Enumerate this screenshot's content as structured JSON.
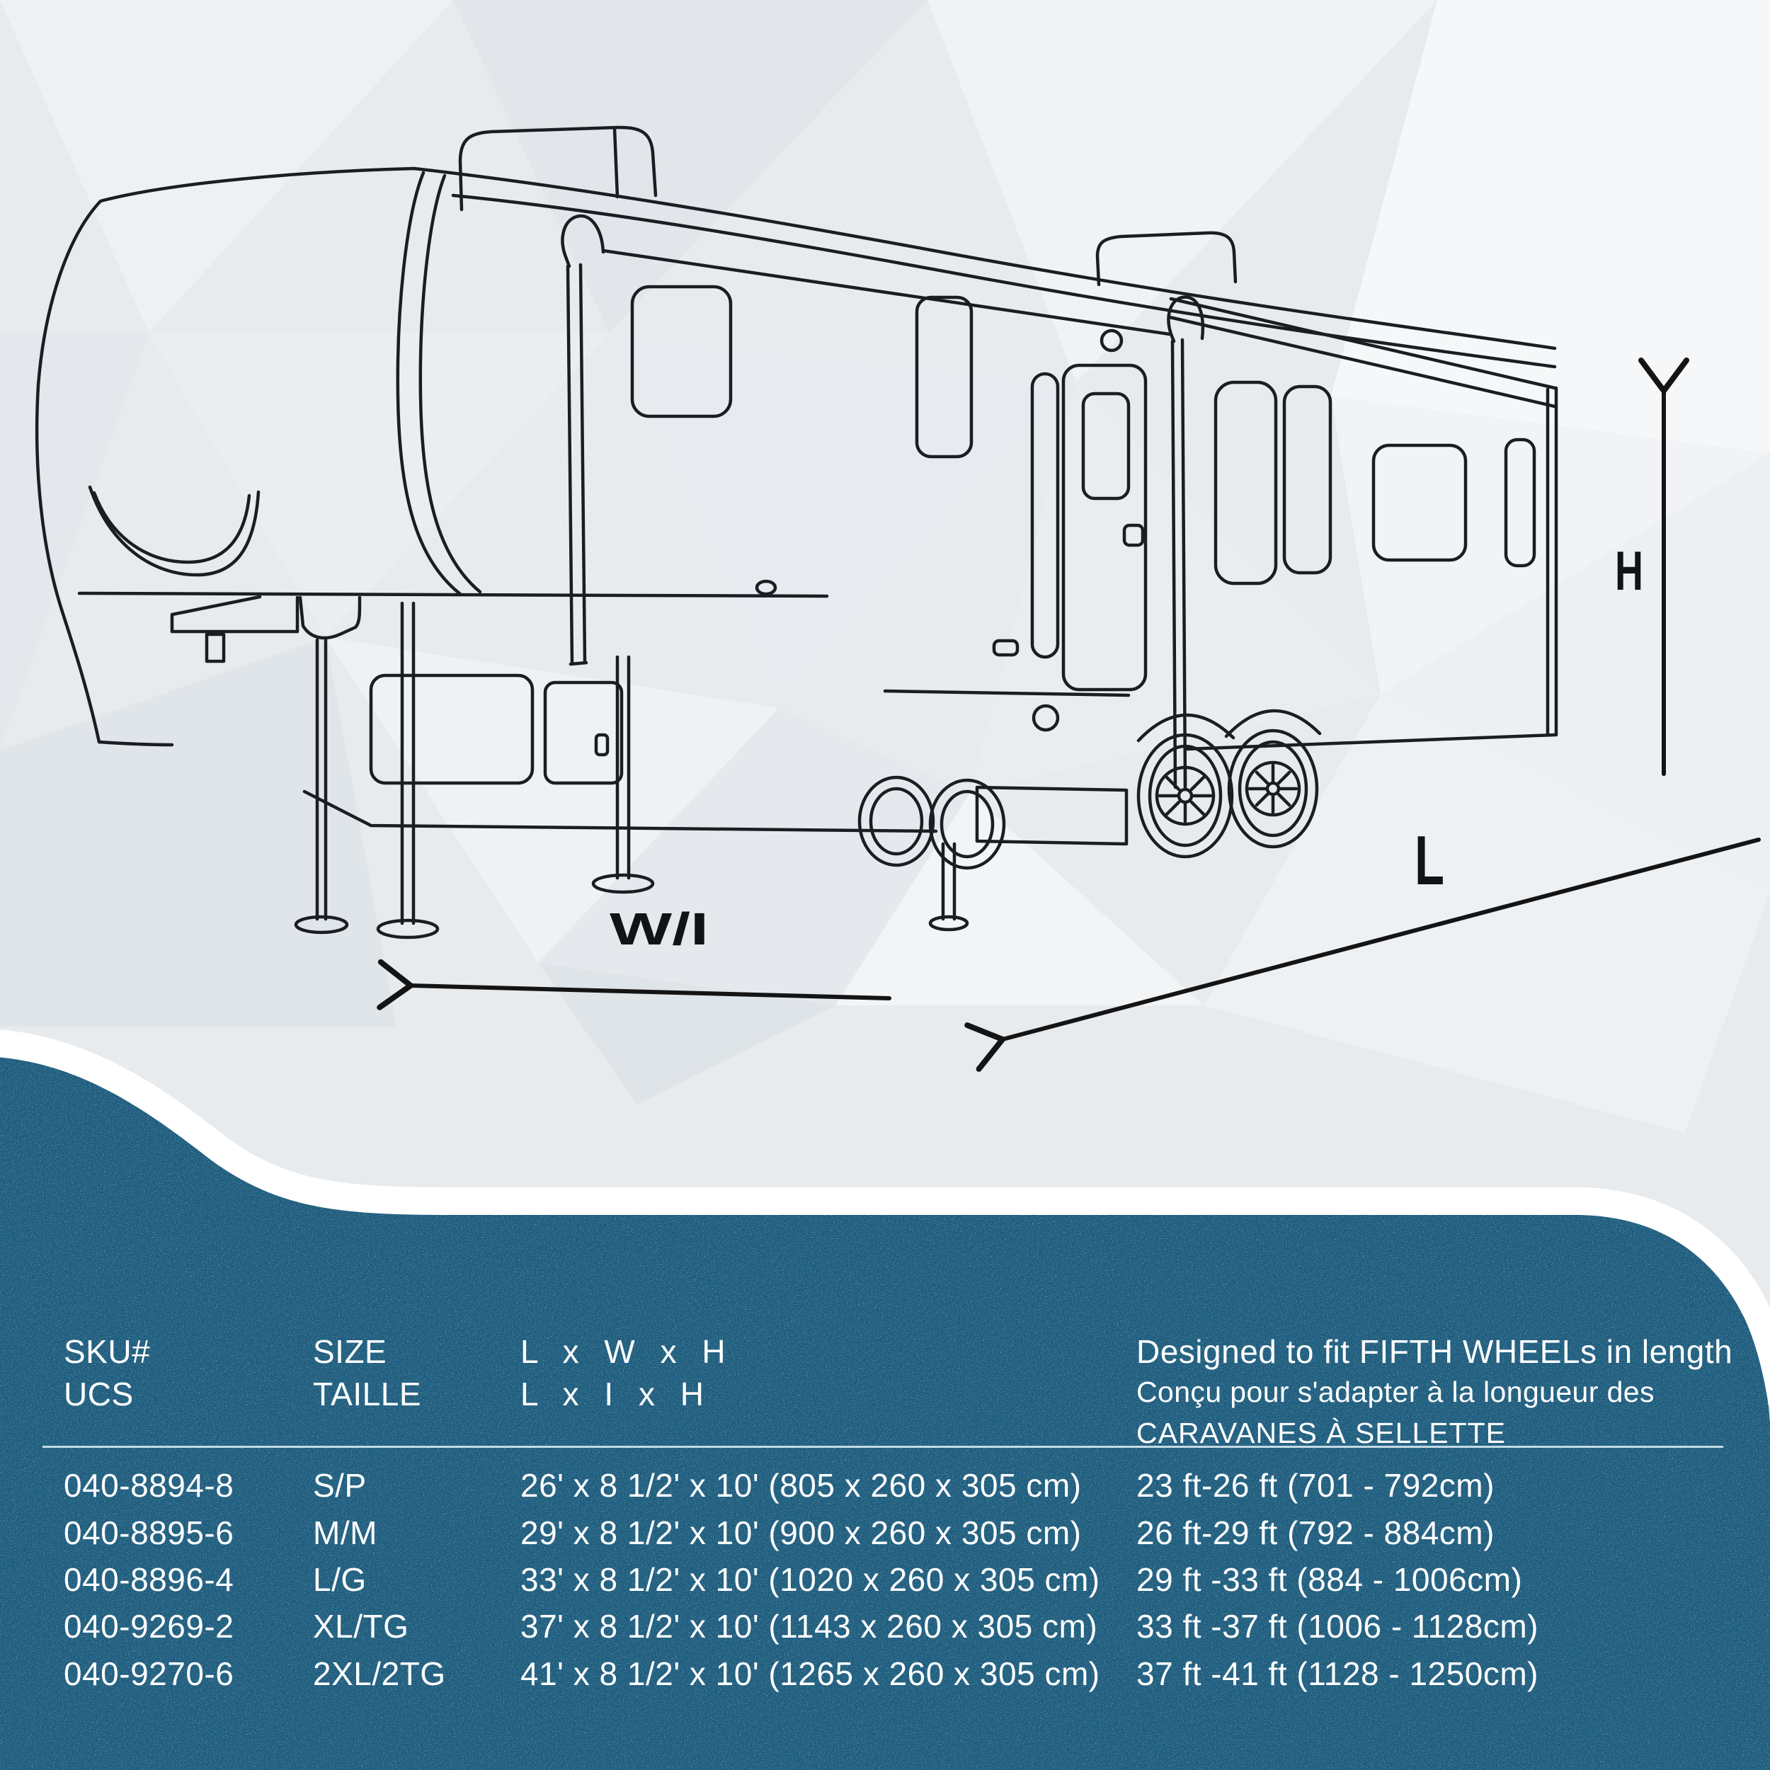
{
  "diagram": {
    "height_label": "H",
    "length_label": "L",
    "width_label": "W/I"
  },
  "table": {
    "header": {
      "sku_line1": "SKU#",
      "sku_line2": "UCS",
      "size_line1": "SIZE",
      "size_line2": "TAILLE",
      "dims_line1": "L x W x H",
      "dims_line2": "L x I x H",
      "fit_line1": "Designed to fit FIFTH WHEELs in length",
      "fit_line2": "Conçu pour s'adapter à la longueur des",
      "fit_line3": "CARAVANES À SELLETTE"
    },
    "rows": [
      {
        "sku": "040-8894-8",
        "size": "S/P",
        "dims": "26' x 8 1/2' x 10' (805 x 260 x 305 cm)",
        "fit": "23 ft-26 ft (701 - 792cm)"
      },
      {
        "sku": "040-8895-6",
        "size": "M/M",
        "dims": "29' x 8 1/2' x 10' (900 x 260 x 305 cm)",
        "fit": "26 ft-29 ft (792 - 884cm)"
      },
      {
        "sku": "040-8896-4",
        "size": "L/G",
        "dims": "33' x 8 1/2' x 10' (1020 x 260 x 305 cm)",
        "fit": "29 ft -33 ft (884 - 1006cm)"
      },
      {
        "sku": "040-9269-2",
        "size": "XL/TG",
        "dims": "37' x 8 1/2' x 10' (1143 x 260 x 305 cm)",
        "fit": "33 ft -37 ft (1006 - 1128cm)"
      },
      {
        "sku": "040-9270-6",
        "size": "2XL/2TG",
        "dims": "41' x 8 1/2' x 10' (1265 x 260 x 305 cm)",
        "fit": "37 ft -41 ft (1128 - 1250cm)"
      }
    ]
  },
  "colors": {
    "panel_blue": "#1f5d7e",
    "band_white": "#ffffff",
    "line_dark": "#1a1e23",
    "bg_gray": "#e8ebee"
  }
}
